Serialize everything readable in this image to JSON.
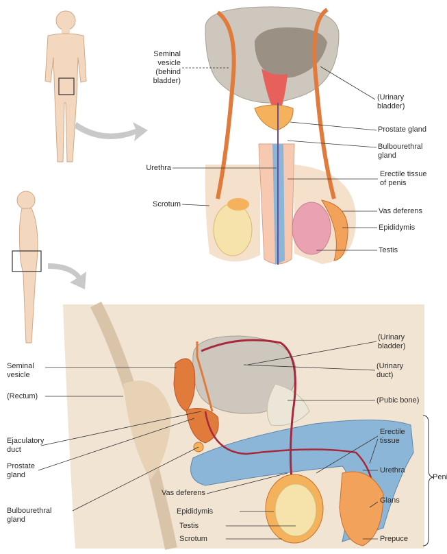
{
  "colors": {
    "skin": "#f3d8bf",
    "skin_edge": "#cfa886",
    "bladder": "#cdc7bd",
    "duct": "#e07b3c",
    "testis": "#f6e2ab",
    "erectile": "#8cb6d8",
    "tissue_bg": "#f2e4d2",
    "arrow": "#c9c9c9",
    "leader": "#333333"
  },
  "figure_labels": {
    "seminal_vesicle_top": "Seminal\nvesicle\n(behind\nbladder)",
    "urinary_bladder_top": "(Urinary\nbladder)",
    "prostate_gland_top": "Prostate gland",
    "bulbourethral_top": "Bulbourethral\ngland",
    "urethra_top": "Urethra",
    "erectile_tissue_top": "Erectile tissue\nof penis",
    "scrotum_top": "Scrotum",
    "vas_deferens_top": "Vas deferens",
    "epididymis_top": "Epididymis",
    "testis_top": "Testis",
    "seminal_vesicle_side": "Seminal\nvesicle",
    "rectum": "(Rectum)",
    "ejaculatory_duct": "Ejaculatory\nduct",
    "prostate_gland_side": "Prostate\ngland",
    "bulbourethral_side": "Bulbourethral\ngland",
    "urinary_bladder_side": "(Urinary\nbladder)",
    "urinary_duct": "(Urinary\nduct)",
    "pubic_bone": "(Pubic bone)",
    "erectile_tissue_side": "Erectile\ntissue",
    "urethra_side": "Urethra",
    "glans": "Glans",
    "prepuce": "Prepuce",
    "penis": "Penis",
    "vas_deferens_side": "Vas deferens",
    "epididymis_side": "Epididymis",
    "testis_side": "Testis",
    "scrotum_side": "Scrotum"
  }
}
